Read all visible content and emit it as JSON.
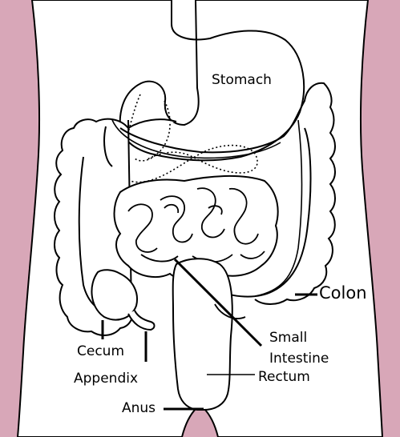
{
  "colors": {
    "skin": "#d8a7b8",
    "body": "#ffffff",
    "outline": "#000000"
  },
  "labels": {
    "stomach": "Stomach",
    "colon": "Colon",
    "small_intestine_line1": "Small",
    "small_intestine_line2": "Intestine",
    "rectum": "Rectum",
    "cecum": "Cecum",
    "appendix": "Appendix",
    "anus": "Anus"
  }
}
